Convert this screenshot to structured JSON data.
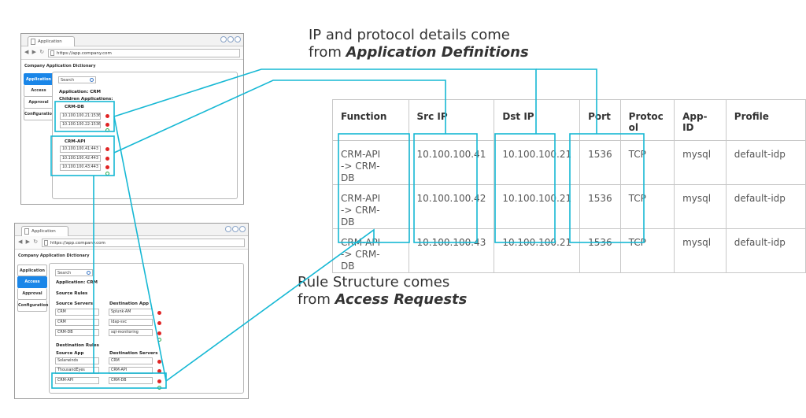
{
  "headings": {
    "ip_line1": "IP and protocol details come",
    "ip_line2_prefix": "from ",
    "ip_line2_em": "Application Definitions",
    "rule_line1": "Rule Structure comes",
    "rule_line2_prefix": "from ",
    "rule_line2_em": "Access Requests"
  },
  "browser": {
    "tab_title": "Application",
    "url": "https://app.company.com",
    "app_title": "Company Application Dictionary",
    "menu": [
      "Application",
      "Access",
      "Approval",
      "Configuration"
    ],
    "search_placeholder": "Search"
  },
  "app_window": {
    "active_menu": "Application",
    "application_label": "Application: CRM",
    "children_label": "Children Applications:",
    "groups": [
      {
        "name": "CRM-DB",
        "entries": [
          "10.100.100.21:1536",
          "10.100.100.22:1536"
        ]
      },
      {
        "name": "CRM-API",
        "entries": [
          "10.100.100.41:443",
          "10.100.100.42:443",
          "10.100.100.43:443"
        ]
      }
    ]
  },
  "access_window": {
    "active_menu": "Access",
    "application_label": "Application: CRM",
    "source_rules_label": "Source Rules",
    "dest_rules_label": "Destination Rules",
    "source_rules": {
      "col1": "Source Servers",
      "col2": "Destination App",
      "rows": [
        [
          "CRM",
          "Splunk-AM"
        ],
        [
          "CRM",
          "ldap-svc"
        ],
        [
          "CRM-DB",
          "sql-monitoring"
        ]
      ]
    },
    "dest_rules": {
      "col1": "Source App",
      "col2": "Destination Servers",
      "rows": [
        [
          "Solarwinds",
          "CRM"
        ],
        [
          "ThousandEyes",
          "CRM-API"
        ],
        [
          "CRM-API",
          "CRM-DB"
        ]
      ]
    }
  },
  "rule_table": {
    "headers": [
      "Function",
      "Src IP",
      "Dst IP",
      "Port",
      "Protocol",
      "App-ID",
      "Profile"
    ],
    "rows": [
      [
        "CRM-API -> CRM-DB",
        "10.100.100.41",
        "10.100.100.21",
        "1536",
        "TCP",
        "mysql",
        "default-idp"
      ],
      [
        "CRM-API -> CRM-DB",
        "10.100.100.42",
        "10.100.100.21",
        "1536",
        "TCP",
        "mysql",
        "default-idp"
      ],
      [
        "CRM-API -> CRM-DB",
        "10.100.100.43",
        "10.100.100.21",
        "1536",
        "TCP",
        "mysql",
        "default-idp"
      ]
    ]
  },
  "colors": {
    "highlight": "#16b8d4",
    "menu_active": "#1a86e8",
    "remove": "#e02424",
    "add": "#2aa84a"
  }
}
